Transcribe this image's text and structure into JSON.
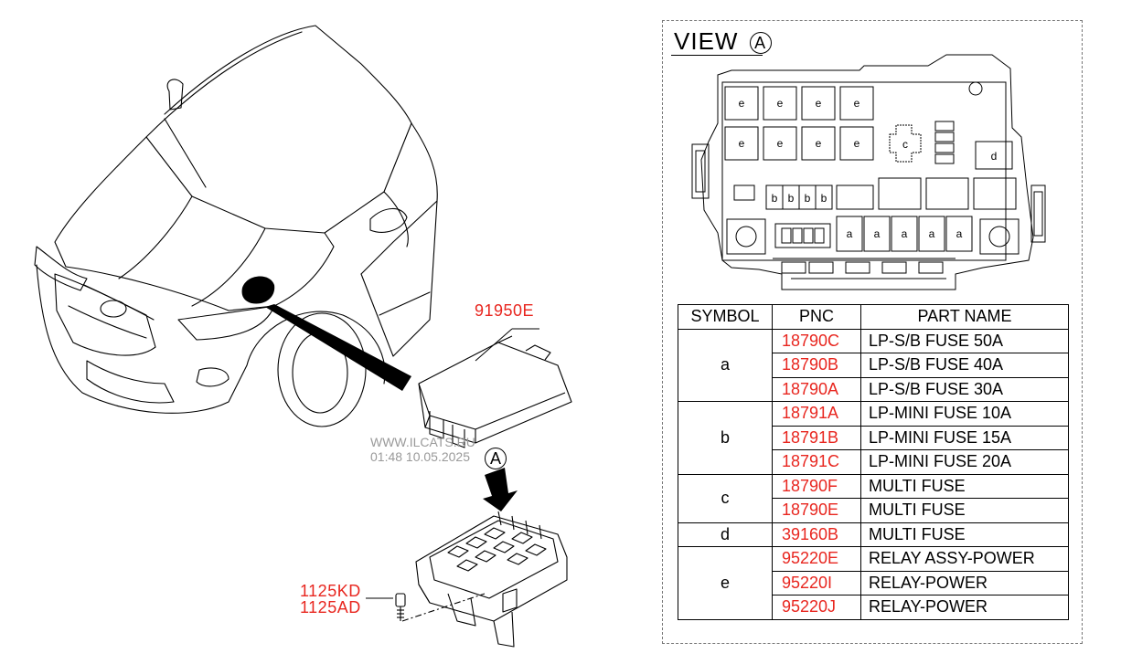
{
  "labels": {
    "assembly_pnc": "91950E",
    "bolt_pnc_1": "1125KD",
    "bolt_pnc_2": "1125AD",
    "view_marker": "A"
  },
  "watermark": {
    "line1": "WWW.ILCATS.RU",
    "line2": "01:48 10.05.2025"
  },
  "view": {
    "title": "VIEW",
    "marker": "A",
    "slots": {
      "a": "a",
      "b": "b",
      "c": "c",
      "d": "d",
      "e": "e"
    }
  },
  "table": {
    "headers": {
      "symbol": "SYMBOL",
      "pnc": "PNC",
      "name": "PART NAME"
    },
    "groups": [
      {
        "symbol": "a",
        "rows": [
          {
            "pnc": "18790C",
            "name": "LP-S/B FUSE 50A"
          },
          {
            "pnc": "18790B",
            "name": "LP-S/B FUSE 40A"
          },
          {
            "pnc": "18790A",
            "name": "LP-S/B FUSE 30A"
          }
        ]
      },
      {
        "symbol": "b",
        "rows": [
          {
            "pnc": "18791A",
            "name": "LP-MINI FUSE 10A"
          },
          {
            "pnc": "18791B",
            "name": "LP-MINI FUSE 15A"
          },
          {
            "pnc": "18791C",
            "name": "LP-MINI FUSE 20A"
          }
        ]
      },
      {
        "symbol": "c",
        "rows": [
          {
            "pnc": "18790F",
            "name": "MULTI FUSE"
          },
          {
            "pnc": "18790E",
            "name": "MULTI FUSE"
          }
        ]
      },
      {
        "symbol": "d",
        "rows": [
          {
            "pnc": "39160B",
            "name": "MULTI FUSE"
          }
        ]
      },
      {
        "symbol": "e",
        "rows": [
          {
            "pnc": "95220E",
            "name": "RELAY ASSY-POWER"
          },
          {
            "pnc": "95220I",
            "name": "RELAY-POWER"
          },
          {
            "pnc": "95220J",
            "name": "RELAY-POWER"
          }
        ]
      }
    ]
  },
  "colors": {
    "pnc": "#e8261f",
    "line": "#000000",
    "watermark": "#9a9a9a"
  }
}
